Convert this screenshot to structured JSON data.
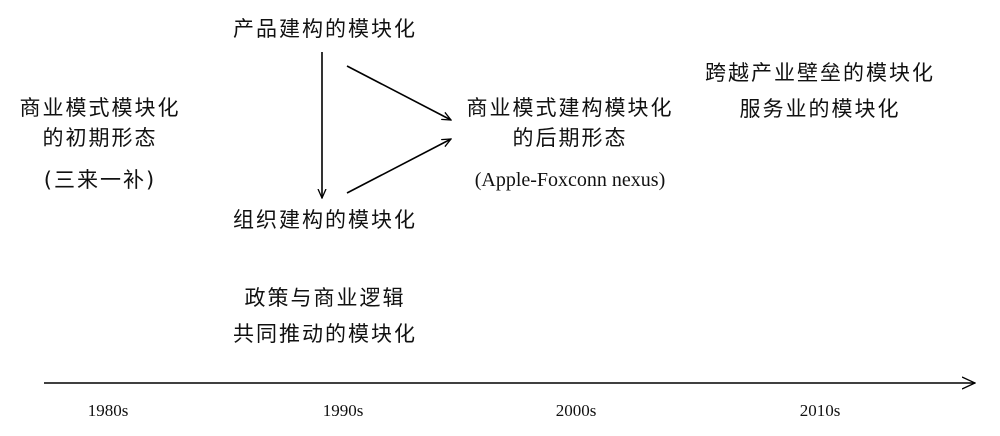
{
  "nodes": {
    "early_form": {
      "line1": "商业模式模块化",
      "line2": "的初期形态",
      "line3": "(三来一补)"
    },
    "product_modularity": {
      "line1": "产品建构的模块化"
    },
    "org_modularity": {
      "line1": "组织建构的模块化"
    },
    "late_form": {
      "line1": "商业模式建构模块化",
      "line2": "的后期形态",
      "line3": "(Apple-Foxconn nexus)"
    },
    "cross_industry": {
      "line1": "跨越产业壁垒的模块化",
      "line2": "服务业的模块化"
    },
    "policy_logic": {
      "line1": "政策与商业逻辑",
      "line2": "共同推动的模块化"
    }
  },
  "timeline": {
    "ticks": [
      "1980s",
      "1990s",
      "2000s",
      "2010s"
    ]
  },
  "colors": {
    "text": "#111111",
    "line": "#000000"
  }
}
